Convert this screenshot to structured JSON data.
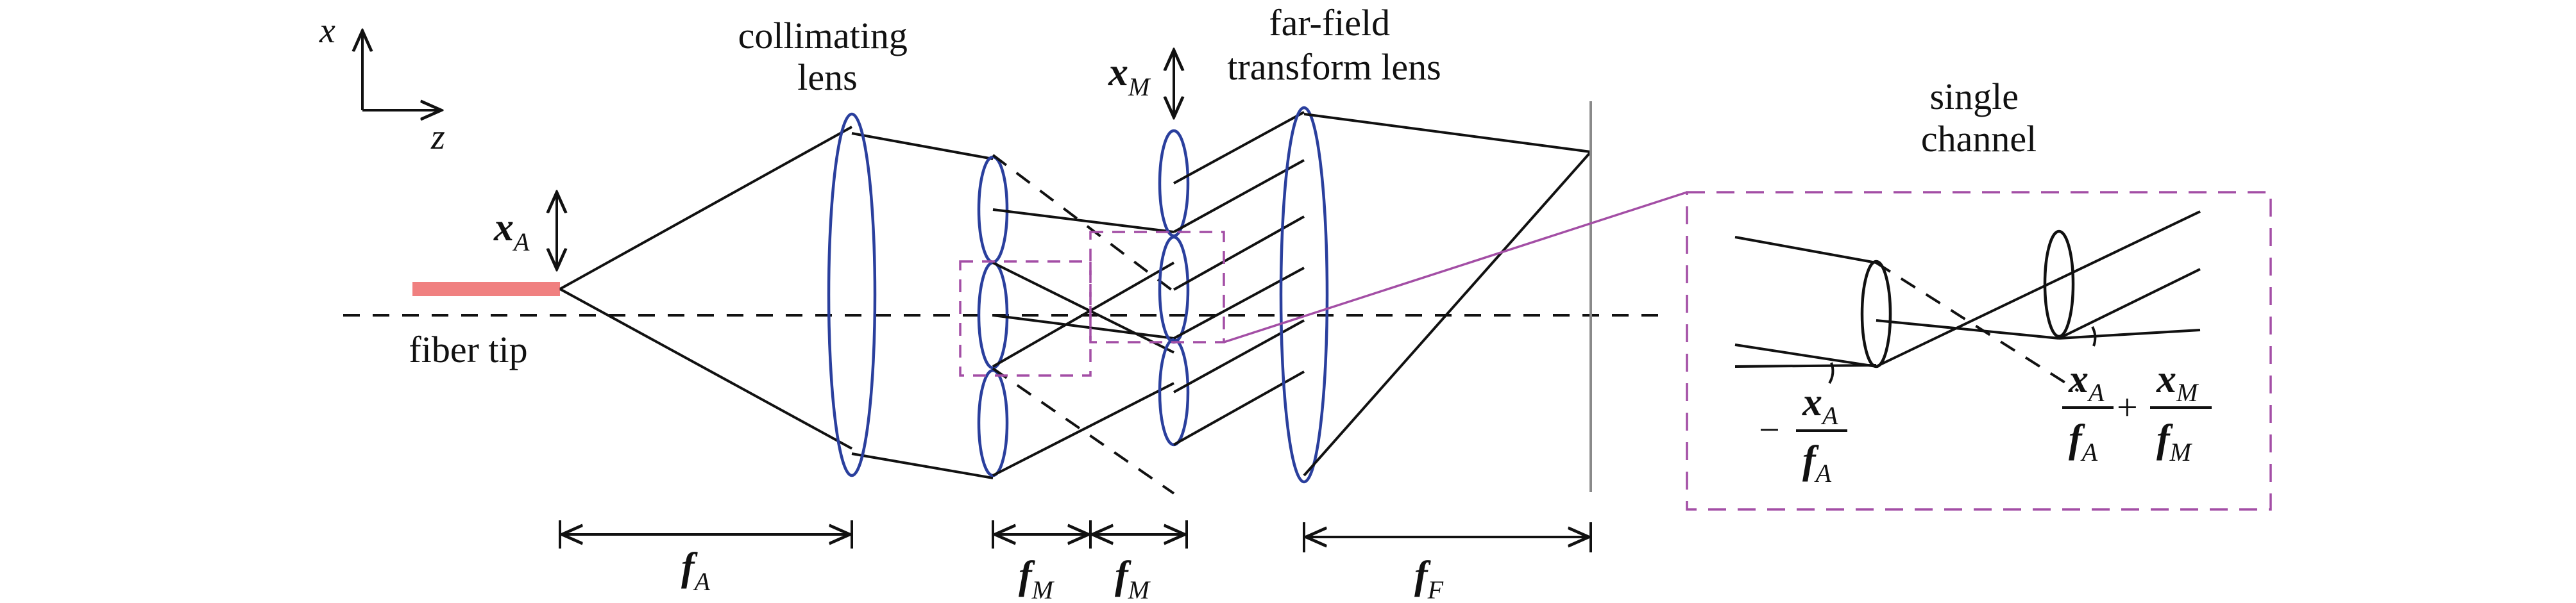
{
  "colors": {
    "line": "#111111",
    "lens": "#2a3f9d",
    "fiber": "#f08080",
    "magenta": "#a34ea5",
    "screen": "#8a8a8a"
  },
  "axes": {
    "x": "x",
    "z": "z"
  },
  "labels": {
    "collimating_lens": [
      "collimating",
      "lens"
    ],
    "far_field_lens": [
      "far-field",
      "transform lens"
    ],
    "single_channel": [
      "single",
      "channel"
    ],
    "fiber_tip": "fiber tip"
  },
  "variables": {
    "xA": {
      "main": "x",
      "sub": "A"
    },
    "xM": {
      "main": "x",
      "sub": "M"
    },
    "fA": {
      "main": "f",
      "sub": "A"
    },
    "fM": {
      "main": "f",
      "sub": "M"
    },
    "fF": {
      "main": "f",
      "sub": "F"
    }
  },
  "inset": {
    "minus": "−",
    "plus": "+",
    "frac1": {
      "num": "x",
      "num_sub": "A",
      "den": "f",
      "den_sub": "A"
    },
    "frac2": {
      "num": "x",
      "num_sub": "A",
      "den": "f",
      "den_sub": "A"
    },
    "frac3": {
      "num": "x",
      "num_sub": "M",
      "den": "f",
      "den_sub": "M"
    }
  }
}
